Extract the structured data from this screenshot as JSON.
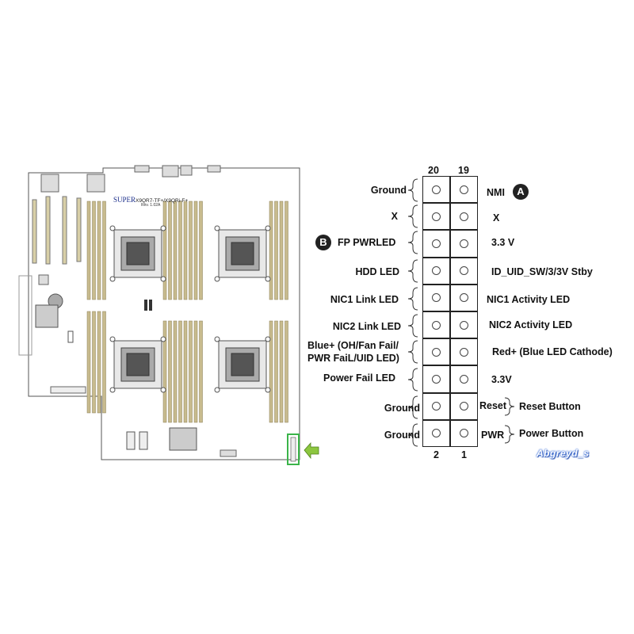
{
  "board": {
    "brand": "SUPER",
    "model": "X9QR7-TF+/X9QRi-F+",
    "revision": "Rev. 1.02A"
  },
  "pinout": {
    "top_columns": [
      "20",
      "19"
    ],
    "bottom_columns": [
      "2",
      "1"
    ],
    "left_labels": [
      [
        "Ground"
      ],
      [
        "X"
      ],
      [
        "FP PWRLED"
      ],
      [
        "HDD LED"
      ],
      [
        "NIC1 Link LED"
      ],
      [
        "NIC2 Link LED"
      ],
      [
        "Blue+ (OH/Fan Fail/",
        "PWR FaiL/UID LED)"
      ],
      [
        "Power Fail LED"
      ],
      [
        "Ground"
      ],
      [
        "Ground"
      ]
    ],
    "right_labels": [
      "NMI",
      "X",
      "3.3 V",
      "ID_UID_SW/3/3V Stby",
      "NIC1 Activity LED",
      "NIC2 Activity LED",
      "Red+ (Blue LED Cathode)",
      "3.3V",
      "Reset",
      "PWR"
    ],
    "button_labels": [
      "Reset Button",
      "Power Button"
    ],
    "badge_a": "A",
    "badge_b": "B"
  },
  "watermark": "Abgreyd_s",
  "colors": {
    "dimm_slot": "#c8bb8e",
    "highlight": "#3bb44a",
    "arrow": "#8cc63f"
  }
}
